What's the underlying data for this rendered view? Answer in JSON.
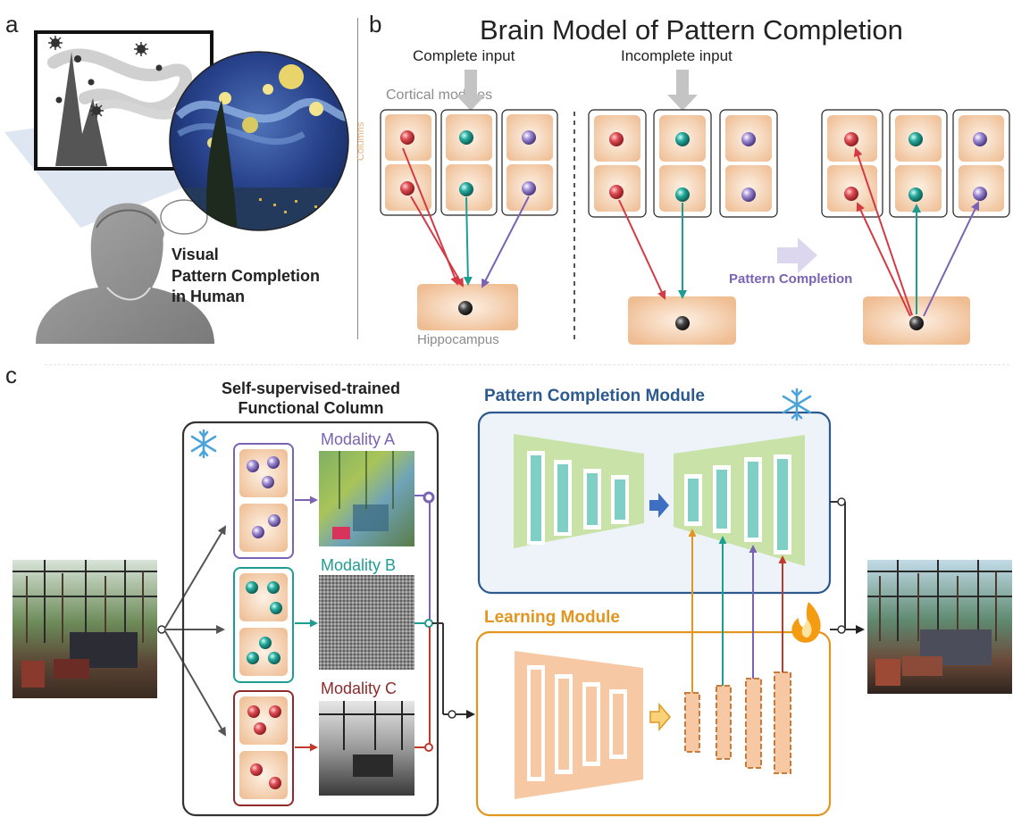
{
  "panels": {
    "a": "a",
    "b": "b",
    "c": "c"
  },
  "panel_a": {
    "caption_lines": [
      "Visual",
      "Pattern Completion",
      "in Human"
    ]
  },
  "panel_b": {
    "title": "Brain Model of Pattern Completion",
    "complete_input": "Complete input",
    "incomplete_input": "Incomplete input",
    "cortical_modules": "Cortical modules",
    "columns": "Columns",
    "hippocampus": "Hippocampus",
    "pattern_completion": "Pattern Completion"
  },
  "panel_c": {
    "column_title_line1": "Self-supervised-trained",
    "column_title_line2": "Functional Column",
    "modality_a": "Modality A",
    "modality_b": "Modality B",
    "modality_c": "Modality C",
    "pcm_title": "Pattern Completion Module",
    "lm_title": "Learning Module"
  },
  "colors": {
    "red": "#d43a44",
    "teal": "#1e9e93",
    "purple": "#7a62b5",
    "pcm_blue": "#2c5a8f",
    "lm_orange": "#e2951f",
    "modality_c_red": "#8e2a2a",
    "cell_fill": "#f1c39c"
  },
  "icons": [
    "sun-icon",
    "moon-icon",
    "snowflake-icon",
    "fire-icon",
    "starry-night-painting",
    "person-head-silhouette",
    "room-photo"
  ]
}
